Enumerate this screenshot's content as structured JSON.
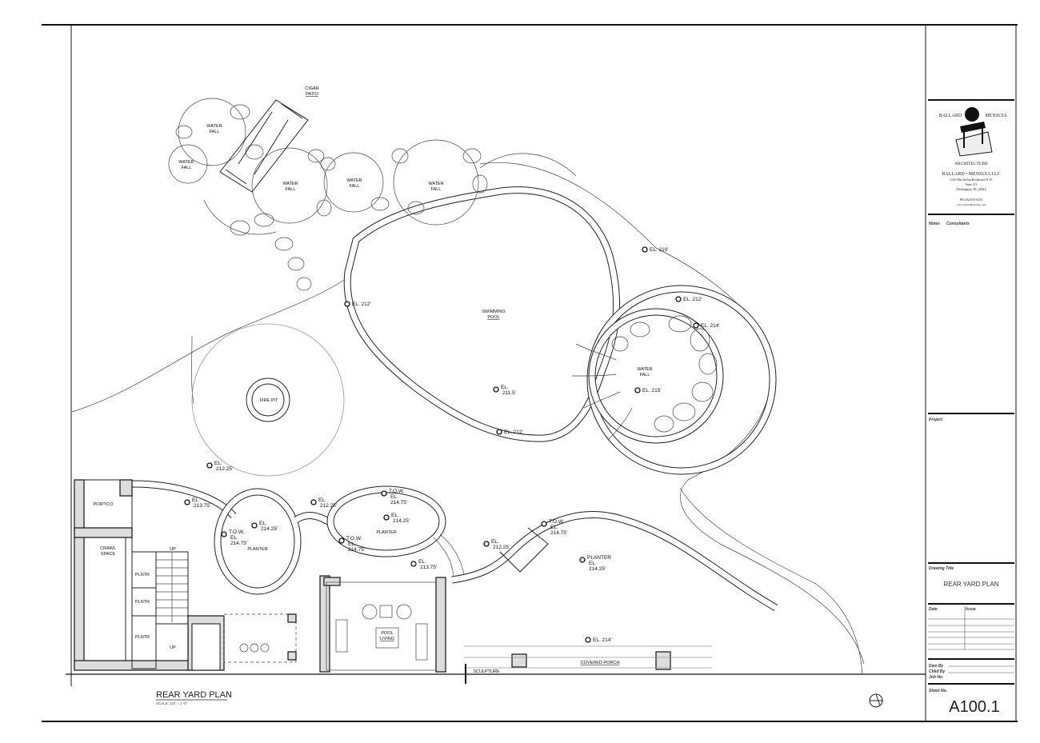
{
  "sheet": {
    "drawing_title_main": "REAR YARD PLAN",
    "scale": "SCALE: 1/4\" = 1'-0\""
  },
  "title_block": {
    "firm_left": "BALLARD",
    "firm_right": "MENSUIA",
    "firm_tag": "ARCHITECTURE",
    "firm_name": "BALLARD • MENSUIA LLC",
    "address1": "3143 MacArthur Boulevard N.W.",
    "address2": "Suite 3/3",
    "address3": "Washington, DC 20016",
    "phone": "PH 202-810-6555",
    "web": "www.ballardmensuia.com",
    "notes_label": "Notes",
    "consultants_label": "Consultants",
    "project_label": "Project",
    "drawing_title_label": "Drawing Title",
    "drawing_title": "REAR YARD PLAN",
    "date_label": "Date",
    "issue_label": "Issue",
    "drawn_by_label": "Dwn By",
    "checked_by_label": "Chkd By",
    "job_no_label": "Job No.",
    "sheet_no_label": "Sheet No.",
    "sheet_no": "A100.1"
  },
  "labels": {
    "cigar_patio": [
      "CIGAR",
      "PATIO"
    ],
    "waterfall": [
      "WATER",
      "FALL"
    ],
    "swimming_pool": [
      "SWIMMING",
      "POOL"
    ],
    "fire_pit": "FIRE PIT",
    "portico": "PORTICO",
    "crawl_space": [
      "CRAWL",
      "SPACE"
    ],
    "plntr": "PLNTR",
    "up": "UP",
    "planter": "PLANTER",
    "pool_living": [
      "POOL",
      "LIVING"
    ],
    "covered_porch": "COVERED PORCH",
    "sculpture": "SCULPTURE"
  },
  "elevations": [
    [
      "EL. 210'"
    ],
    [
      "EL. 212'"
    ],
    [
      "EL. 212'"
    ],
    [
      "EL. 214'"
    ],
    [
      "EL.",
      "211.5'"
    ],
    [
      "EL. 215'"
    ],
    [
      "EL. 212'"
    ],
    [
      "EL.",
      "212.25'"
    ],
    [
      "EL.",
      "213.75'"
    ],
    [
      "EL.",
      "212.25'"
    ],
    [
      "T.O.W.",
      "EL.",
      "214.75'"
    ],
    [
      "EL.",
      "214.25'"
    ],
    [
      "T.O.W.",
      "EL.",
      "214.75'"
    ],
    [
      "EL.",
      "214.25'"
    ],
    [
      "T.O.W.",
      "EL.",
      "214.75'"
    ],
    [
      "EL.",
      "213.75'"
    ],
    [
      "EL.",
      "212.25'"
    ],
    [
      "T.O.W.",
      "EL.",
      "214.75'"
    ],
    [
      "PLANTER",
      "EL.",
      "214.25'"
    ],
    [
      "EL. 214'"
    ]
  ]
}
